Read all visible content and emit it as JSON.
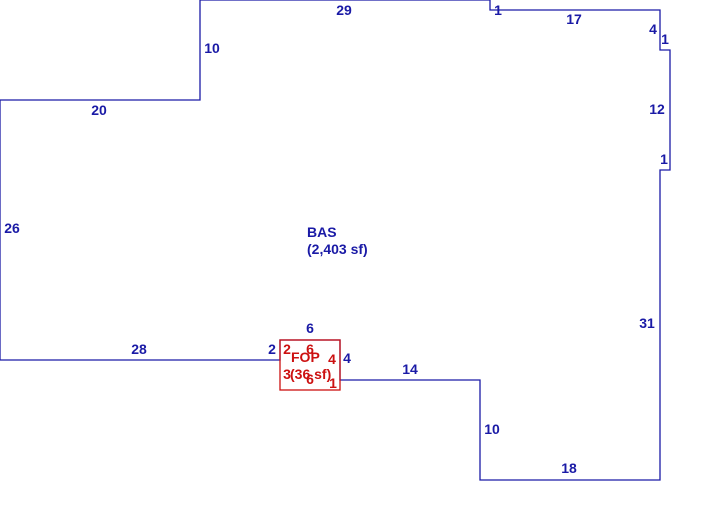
{
  "areas": {
    "bas": {
      "name": "BAS",
      "area": "(2,403 sf)",
      "color": "#1a1aa6"
    },
    "fop": {
      "name": "FOP",
      "area": "(36 sf)",
      "color": "#cc1010"
    }
  },
  "bas_dimensions": {
    "top": "29",
    "step_top": "1",
    "top_right": "17",
    "notch_top": "4",
    "notch_side_top": "1",
    "notch_right": "12",
    "notch_side_bottom": "1",
    "upper_left_vertical": "10",
    "left_top": "20",
    "left_side": "26",
    "bottom_left": "28",
    "porch_left": "2",
    "porch_top": "6",
    "porch_right": "4",
    "bottom_middle": "14",
    "middle_vertical": "10",
    "bottom_right": "18",
    "right_side": "31"
  },
  "fop_dimensions": {
    "top": "6",
    "left_top": "2",
    "right": "4",
    "left": "3",
    "bottom": "6",
    "right_bottom": "1"
  }
}
